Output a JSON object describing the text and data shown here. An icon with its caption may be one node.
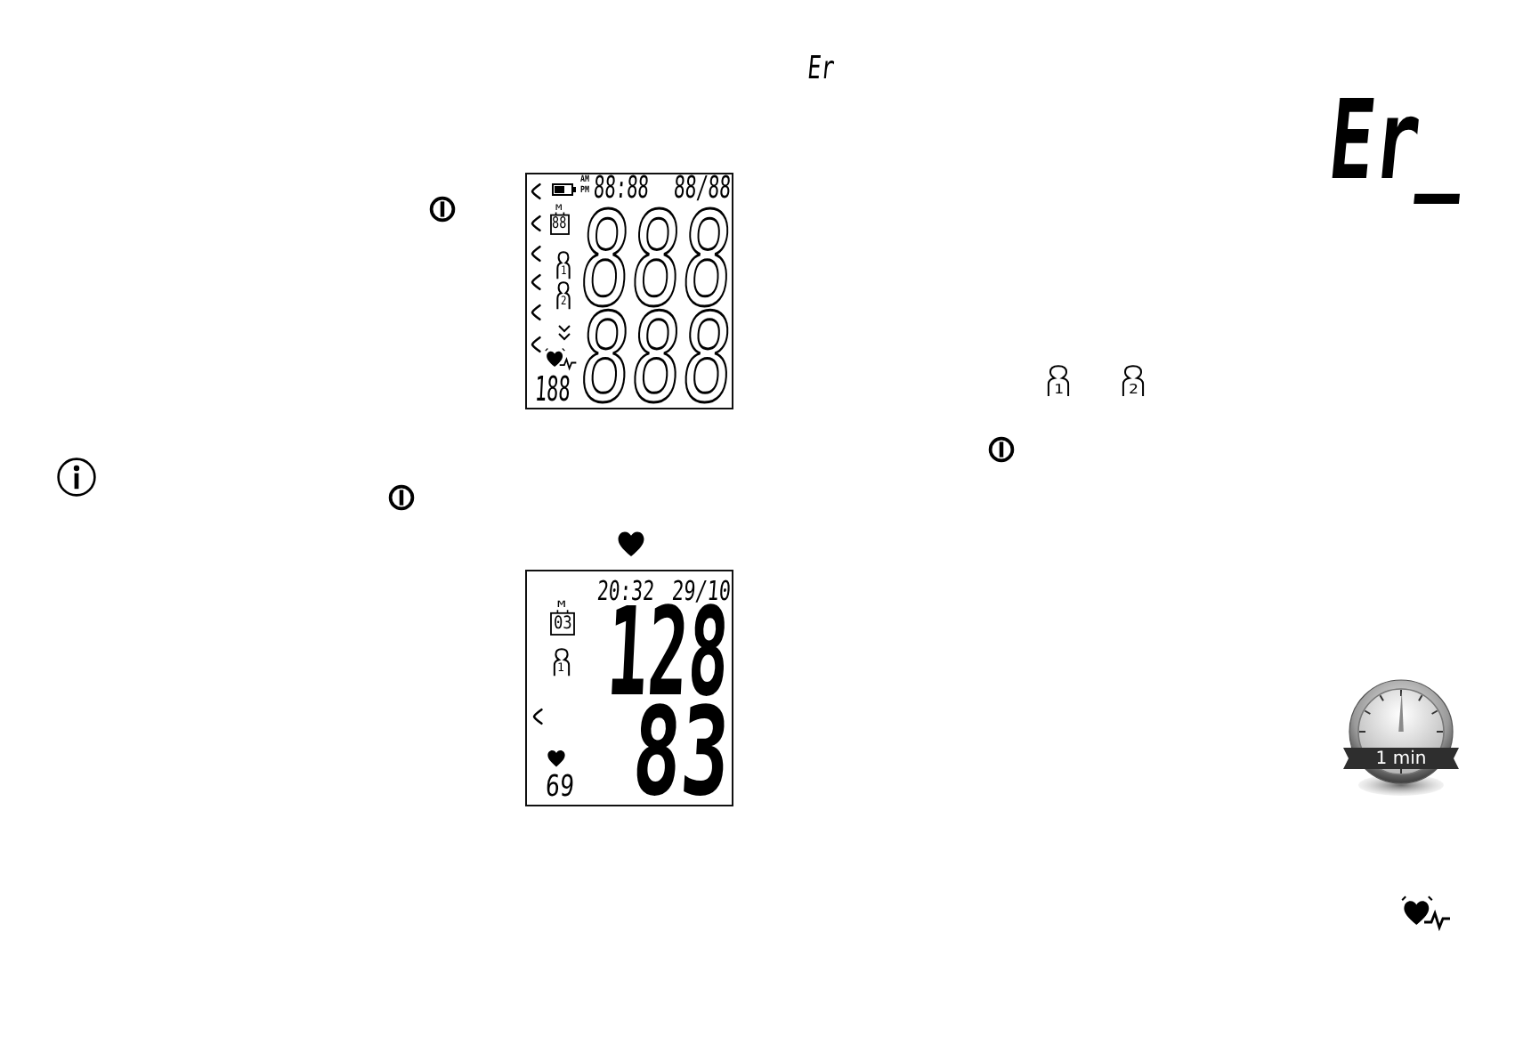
{
  "diagram": {
    "nodes": [
      {
        "text": [
          "AM",
          "PM",
          "88:88",
          "88/88",
          "888",
          "888",
          "188"
        ]
      },
      {
        "text": [
          "M",
          "88"
        ],
        "in": 0
      },
      {
        "text": [
          "1"
        ],
        "in": 0
      },
      {
        "text": [
          "2"
        ],
        "in": 0
      },
      {
        "text": [
          "20:32",
          "29/10",
          "128",
          "83",
          "69"
        ]
      },
      {
        "text": [
          "M",
          "03"
        ],
        "in": 4
      },
      {
        "text": [
          "1"
        ],
        "in": 4
      },
      {
        "text": [
          "1"
        ]
      },
      {
        "text": [
          "2"
        ]
      },
      {
        "text": [
          "1 min"
        ]
      }
    ],
    "labels": [
      "Er",
      "Er_"
    ]
  }
}
